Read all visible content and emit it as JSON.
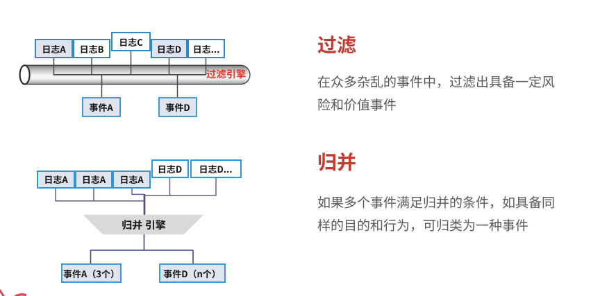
{
  "slide": {
    "background": "#ffffff",
    "accent_red": "#c23b2e",
    "engine_red": "#e23a2c",
    "body_text_gray": "#595959",
    "box_border_blue": "#2f87c6",
    "box_fill_shaded": "#dfe4ee",
    "trapezoid_fill": "#d9d9d9"
  },
  "filter": {
    "title": "过滤",
    "description": "在众多杂乱的事件中，过滤出具备一定风险和价值事件",
    "engine_label": "过滤引擎",
    "inputs": [
      "日志A",
      "日志B",
      "日志C",
      "日志D",
      "日志..."
    ],
    "outputs": [
      "事件A",
      "事件D"
    ]
  },
  "merge": {
    "title": "归并",
    "description": "如果多个事件满足归并的条件，如具备同样的目的和行为，可归类为一种事件",
    "engine_label": "归并 引擎",
    "inputs": [
      "日志A",
      "日志A",
      "日志A",
      "日志D",
      "日志D..."
    ],
    "outputs": [
      "事件A（3个）",
      "事件D（n个）"
    ]
  }
}
